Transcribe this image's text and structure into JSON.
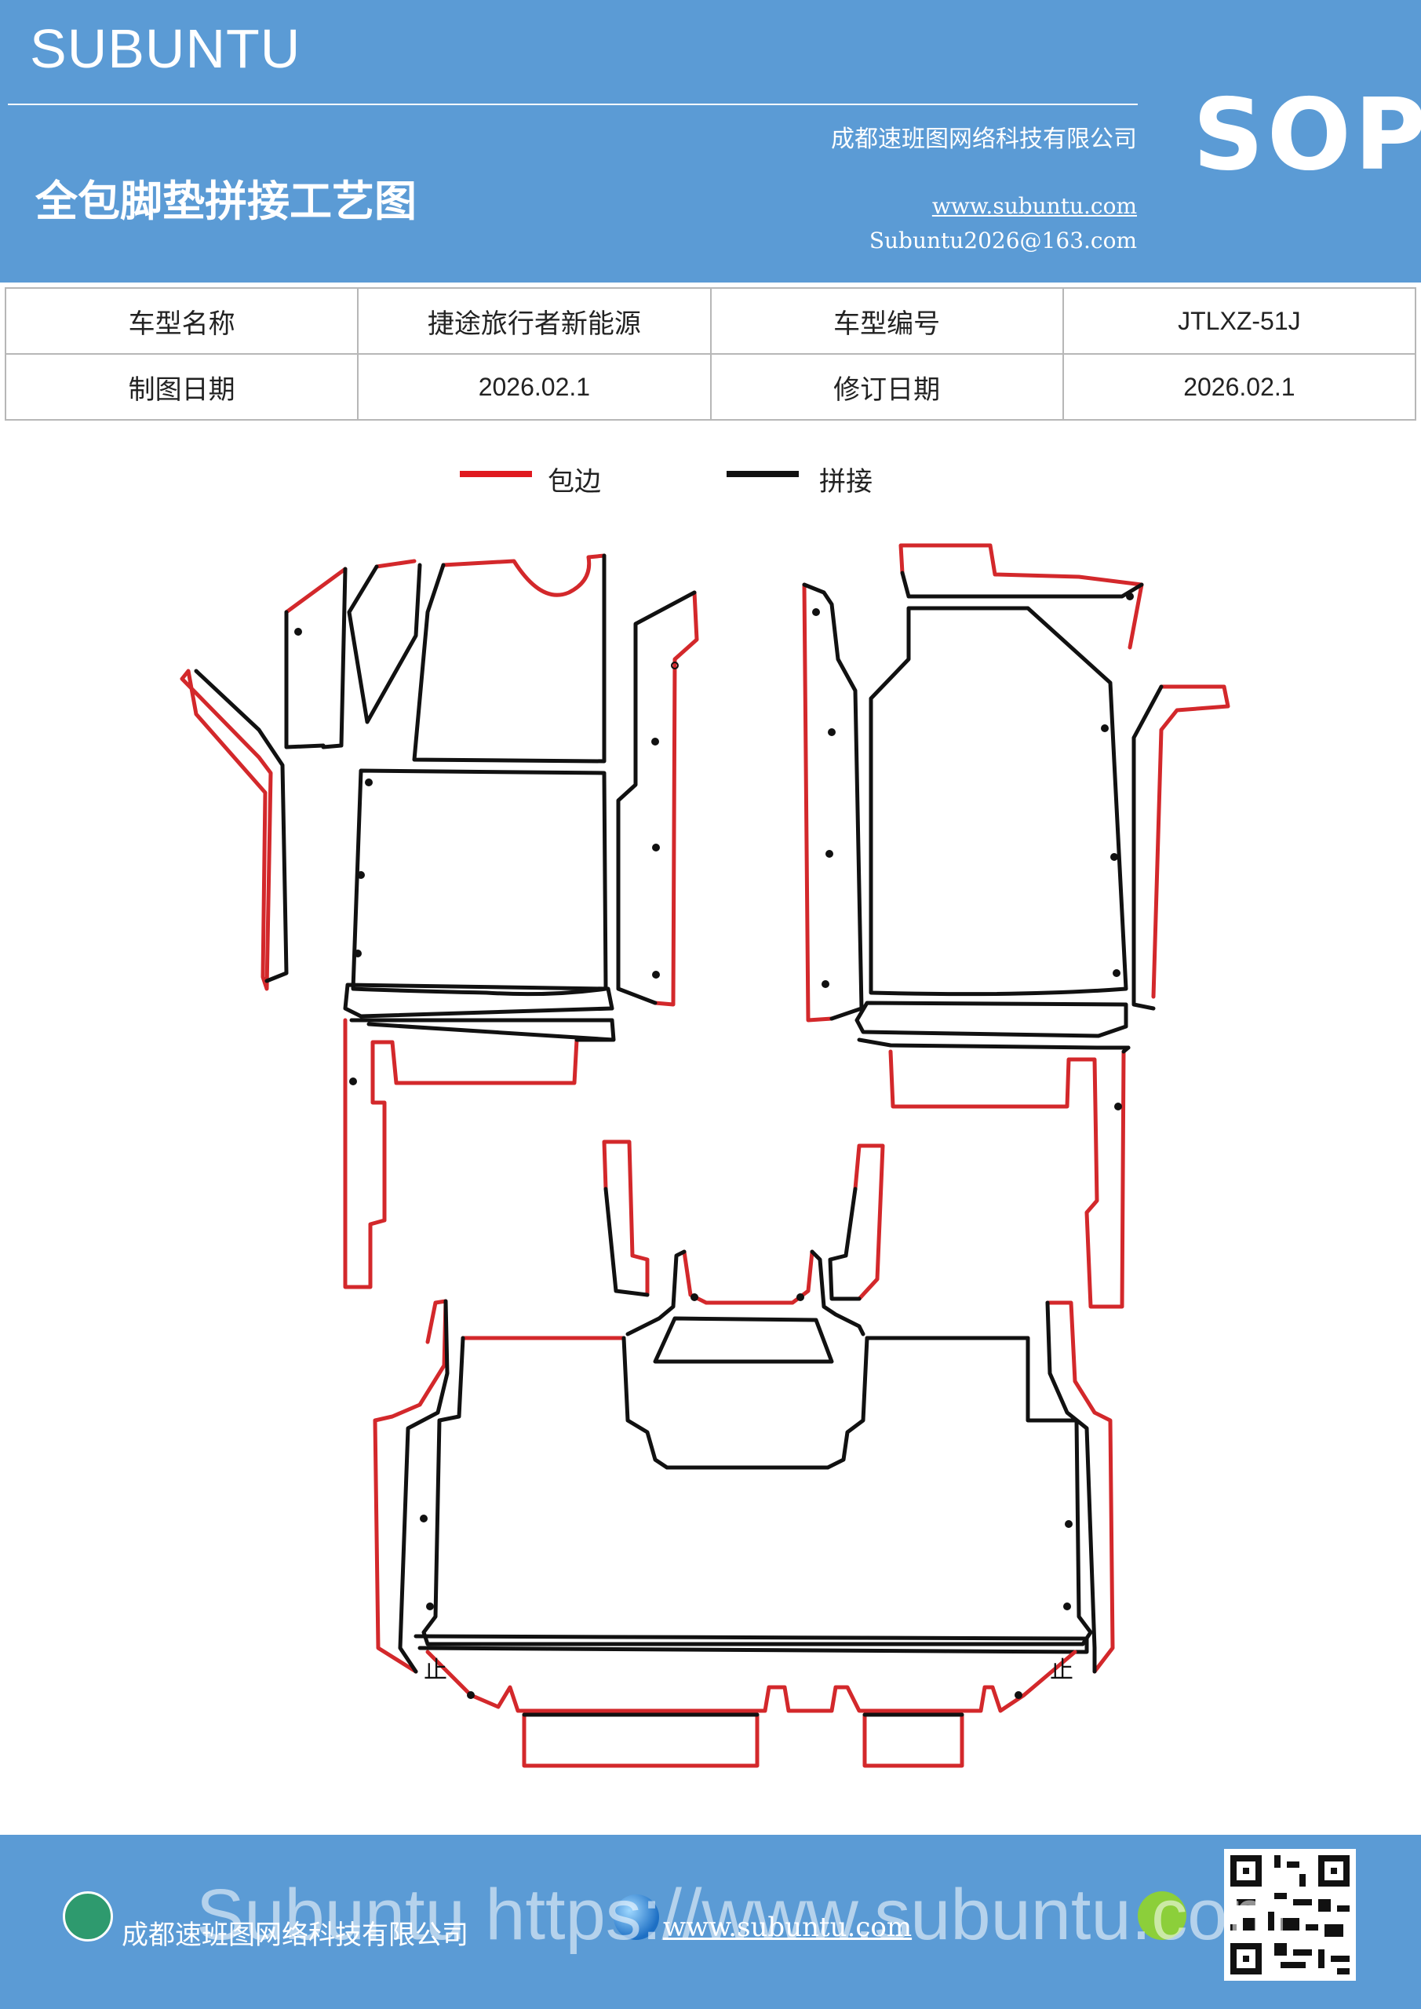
{
  "header": {
    "brand": "SUBUNTU",
    "title": "全包脚垫拼接工艺图",
    "company": "成都速班图网络科技有限公司",
    "website": "www.subuntu.com",
    "email": "Subuntu2026@163.com",
    "sop": "SOP"
  },
  "info_table": {
    "rows": [
      [
        "车型名称",
        "捷途旅行者新能源",
        "车型编号",
        "JTLXZ-51J"
      ],
      [
        "制图日期",
        "2026.02.1",
        "修订日期",
        "2026.02.1"
      ]
    ]
  },
  "legend": {
    "items": [
      {
        "label": "包边",
        "color": "#e0191f"
      },
      {
        "label": "拼接",
        "color": "#111111"
      }
    ]
  },
  "diagram": {
    "edge_color": "#d3282b",
    "seam_color": "#111111",
    "marks": [
      "止",
      "止"
    ]
  },
  "footer": {
    "company": "成都速班图网络科技有限公司",
    "website": "www.subuntu.com",
    "watermark": "Subuntu https://www.subuntu.com"
  }
}
